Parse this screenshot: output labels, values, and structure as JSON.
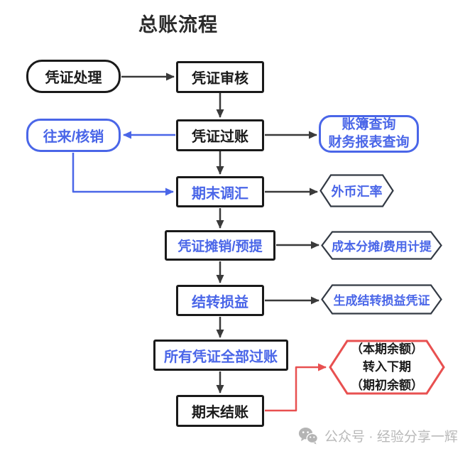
{
  "title": "总账流程",
  "colors": {
    "accent_blue": "#4a66e8",
    "accent_red": "#e85050",
    "node_border_black": "#1a1a1a",
    "hexagon_border_dark": "#333a44",
    "connector_dark": "#3a3a3a",
    "watermark_gray": "#b9b9b9"
  },
  "nodes": {
    "pingzheng_chuli": {
      "label": "凭证处理"
    },
    "pingzheng_shenhe": {
      "label": "凭证审核"
    },
    "pingzheng_guozhang": {
      "label": "凭证过账"
    },
    "wanglai_hexiao": {
      "label": "往来/核销"
    },
    "zhangbu_chaxun": {
      "line1": "账簿查询",
      "line2": "财务报表查询"
    },
    "qimo_tiaohui": {
      "label": "期末调汇"
    },
    "waibi_huilv": {
      "label": "外币汇率"
    },
    "pingzheng_tanxiao": {
      "label": "凭证摊销/预提"
    },
    "chengben_fentan": {
      "label": "成本分摊/费用计提"
    },
    "jiezhuan_sunyi": {
      "label": "结转损益"
    },
    "shengcheng_jiezhuan": {
      "label": "生成结转损益凭证"
    },
    "suoyou_guozhang": {
      "label": "所有凭证全部过账"
    },
    "qimo_jiezhang": {
      "label": "期末结账"
    },
    "qichu_yue": {
      "line1": "（本期余额）",
      "line2": "转入下期",
      "line3": "（期初余额）"
    }
  },
  "watermark": {
    "icon": "wechat-icon",
    "text": "公众号 · 经验分享一辉"
  }
}
